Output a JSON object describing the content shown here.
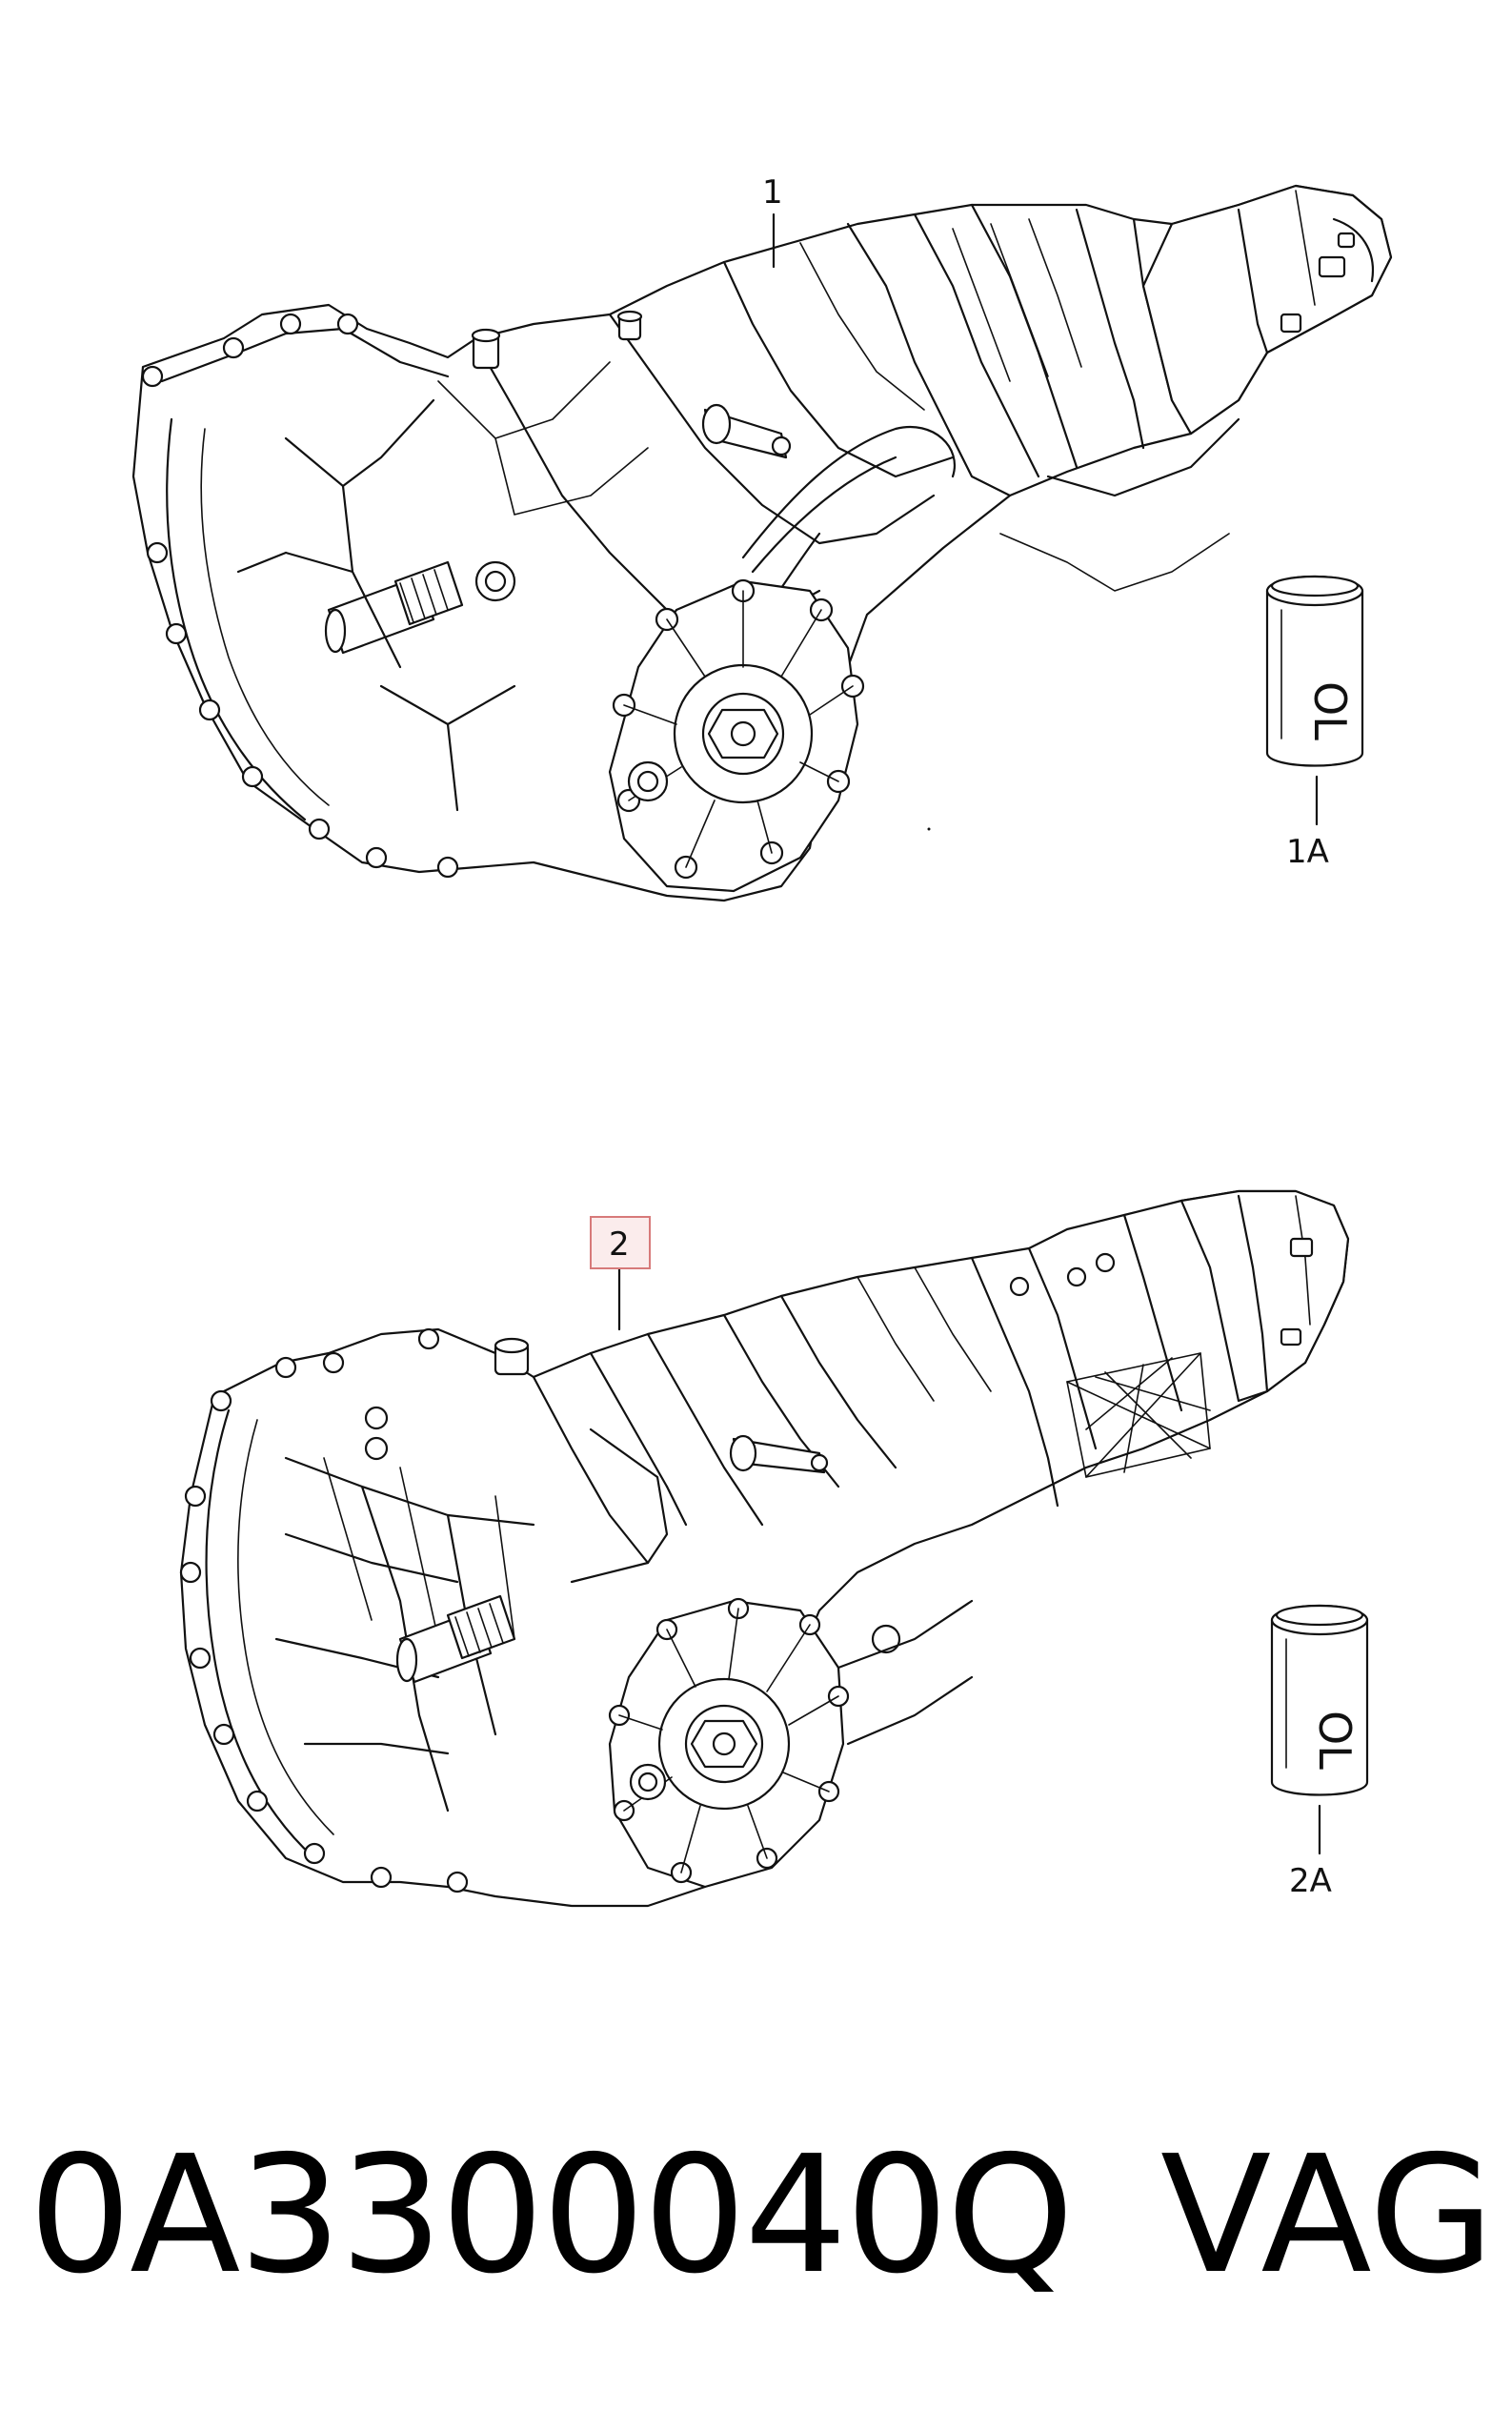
{
  "diagram": {
    "callouts": {
      "c1": "1",
      "c1a": "1A",
      "c2": "2",
      "c2a": "2A"
    },
    "can_marking": "OL",
    "highlight_color": "#d77a7a"
  },
  "footer": {
    "part_number": "0A3300040Q",
    "brand": "VAG"
  }
}
